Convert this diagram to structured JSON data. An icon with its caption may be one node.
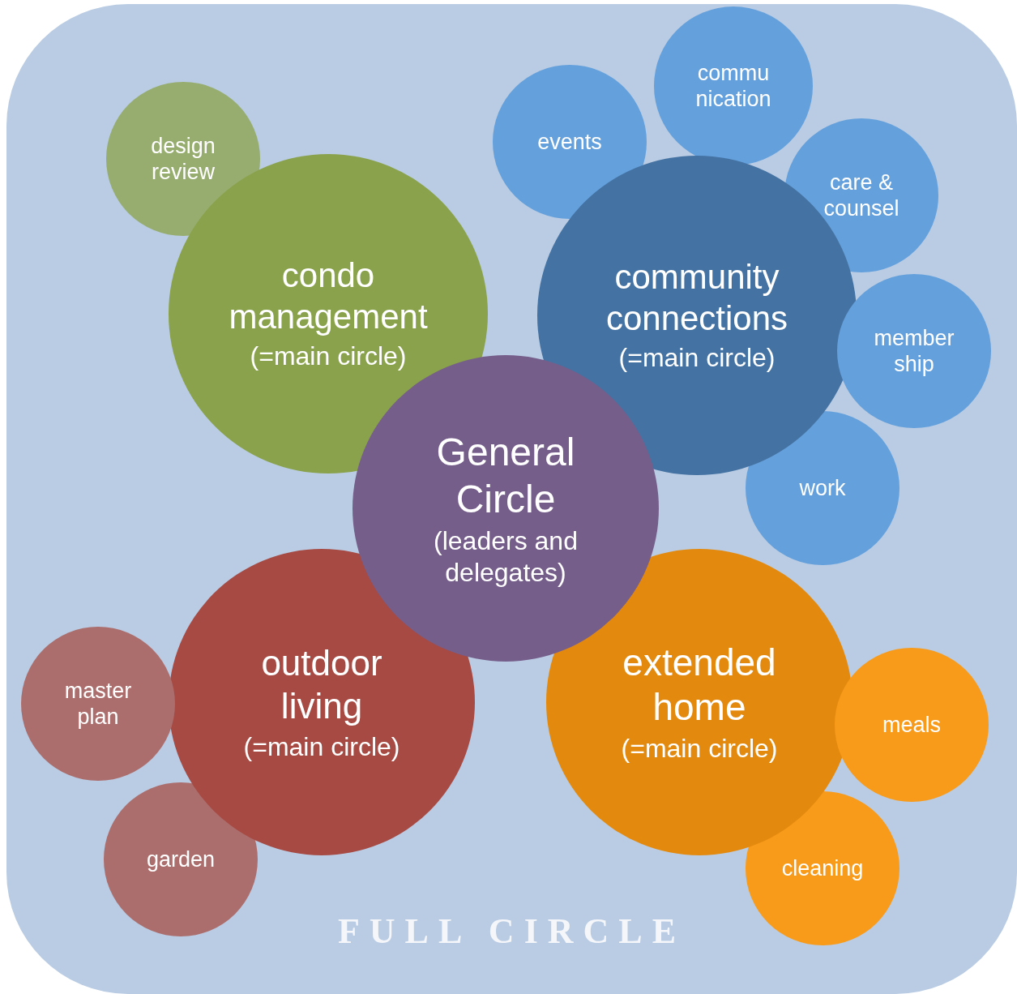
{
  "diagram": {
    "nodes": [
      {
        "text": [
          "FULL CIRCLE"
        ]
      },
      {
        "text": [
          "design review"
        ],
        "in": 0
      },
      {
        "text": [
          "condo management",
          "(=main circle)"
        ],
        "in": 0
      },
      {
        "text": [
          "events"
        ],
        "in": 0
      },
      {
        "text": [
          "commu nication"
        ],
        "in": 0
      },
      {
        "text": [
          "care & counsel"
        ],
        "in": 0
      },
      {
        "text": [
          "community connections",
          "(=main circle)"
        ],
        "in": 0
      },
      {
        "text": [
          "member ship"
        ],
        "in": 0
      },
      {
        "text": [
          "work"
        ],
        "in": 0
      },
      {
        "text": [
          "General Circle",
          "(leaders and delegates)"
        ],
        "in": 0
      },
      {
        "text": [
          "master plan"
        ],
        "in": 0
      },
      {
        "text": [
          "garden"
        ],
        "in": 0
      },
      {
        "text": [
          "outdoor living",
          "(=main circle)"
        ],
        "in": 0
      },
      {
        "text": [
          "meals"
        ],
        "in": 0
      },
      {
        "text": [
          "cleaning"
        ],
        "in": 0
      },
      {
        "text": [
          "extended home",
          "(=main circle)"
        ],
        "in": 0
      }
    ],
    "edges": []
  }
}
